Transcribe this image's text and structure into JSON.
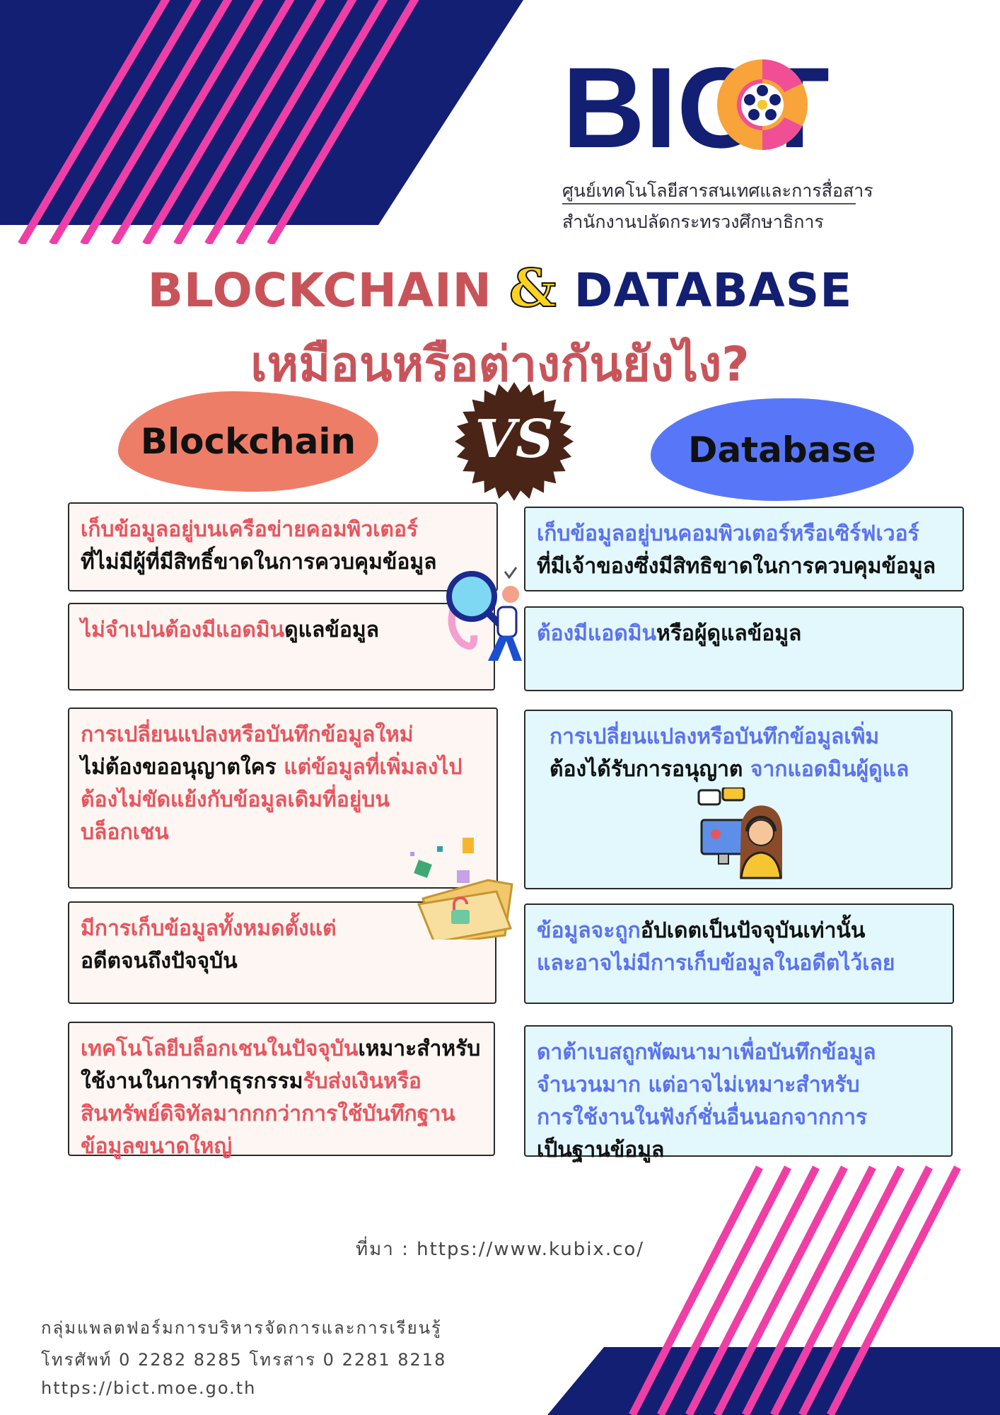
{
  "logo": {
    "text": "BICT",
    "subtitle_1": "ศูนย์เทคโนโลยีสารสนเทศและการสื่อสาร",
    "subtitle_2": "สำนักงานปลัดกระทรวงศึกษาธิการ"
  },
  "title": {
    "part1": "BLOCKCHAIN",
    "amp": "&",
    "part2": "DATABASE",
    "thai": "เหมือนหรือต่างกันยังไง?"
  },
  "vs_label": "VS",
  "blockchain_label": "Blockchain",
  "database_label": "Database",
  "cards": {
    "left": [
      [
        {
          "t": "เก็บข้อมูลอยู่บนเครือข่ายคอมพิวเตอร์",
          "c": "r"
        },
        {
          "t": "\nที่ไม่มีผู้ที่มีสิทธิ์ขาดในการควบคุมข้อมูล",
          "c": "k"
        }
      ],
      [
        {
          "t": "ไม่จำเปนต้องมีแอดมิน",
          "c": "r"
        },
        {
          "t": "ดูแลข้อมูล",
          "c": "k"
        }
      ],
      [
        {
          "t": "การเปลี่ยนแปลงหรือบันทึกข้อมูลใหม่",
          "c": "r"
        },
        {
          "t": "\nไม่ต้องขออนุญาตใคร ",
          "c": "k"
        },
        {
          "t": "แต่ข้อมูลที่เพิ่มลงไป\nต้องไม่ขัดแย้งกับข้อมูลเดิมที่อยู่บน\nบล็อกเชน",
          "c": "r"
        }
      ],
      [
        {
          "t": "มีการเก็บข้อมูลทั้งหมดตั้งแต่",
          "c": "r"
        },
        {
          "t": "\nอดีตจนถึงปัจจุบัน",
          "c": "k"
        }
      ],
      [
        {
          "t": "เทคโนโลยีบล็อกเชนในปัจจุบัน",
          "c": "r"
        },
        {
          "t": "เหมาะสำหรับ\nใช้งานในการทำธุรกรรม",
          "c": "k"
        },
        {
          "t": "รับส่งเงินหรือ\nสินทรัพย์ดิจิทัลมากกกว่าการใช้บันทึกฐาน\nข้อมูลขนาดใหญ่",
          "c": "r"
        }
      ]
    ],
    "right": [
      [
        {
          "t": "เก็บข้อมูลอยู่บนคอมพิวเตอร์หรือเซิร์ฟเวอร์",
          "c": "b"
        },
        {
          "t": "\nที่มีเจ้าของซึ่งมีสิทธิขาดในการควบคุมข้อมูล",
          "c": "k"
        }
      ],
      [
        {
          "t": "ต้องมีแอดมิน",
          "c": "b"
        },
        {
          "t": "หรือผู้ดูแลข้อมูล",
          "c": "k"
        }
      ],
      [
        {
          "t": "การเปลี่ยนแปลงหรือบันทึกข้อมูลเพิ่ม",
          "c": "b"
        },
        {
          "t": "\nต้องได้รับการอนุญาต ",
          "c": "k"
        },
        {
          "t": "จากแอดมินผู้ดูแล",
          "c": "b"
        }
      ],
      [
        {
          "t": "ข้อมูลจะถูก",
          "c": "b"
        },
        {
          "t": "อัปเดตเป็นปัจจุบันเท่านั้น",
          "c": "k"
        },
        {
          "t": "\nและอาจไม่มีการเก็บข้อมูลในอดีตไว้เลย",
          "c": "b"
        }
      ],
      [
        {
          "t": "ดาต้าเบสถูกพัฒนามาเพื่อบันทึกข้อมูล\nจำนวนมาก แต่อาจไม่เหมาะสำหรับ\nการใช้งานในฟังก์ชั่นอื่นนอกจากการ",
          "c": "b"
        },
        {
          "t": "\nเป็นฐานข้อมูล",
          "c": "k"
        }
      ]
    ]
  },
  "footer": {
    "source": "ที่มา : https://www.kubix.co/",
    "line1": "กลุ่มแพลตฟอร์มการบริหารจัดการและการเรียนรู้",
    "line2": "โทรศัพท์ 0 2282 8285 โทรสาร 0 2281 8218",
    "line3": "https://bict.moe.go.th"
  },
  "colors": {
    "navy": "#131f73",
    "pink": "#ef3fa6",
    "red_text": "#e8545e",
    "blue_text": "#5b72f0",
    "blockchain_blob": "#ee7d68",
    "database_blob": "#5877f8",
    "vs_badge": "#4a2416"
  },
  "icons": [
    "magnifier-person-illustration",
    "open-folder-illustration",
    "support-agent-illustration",
    "vs-starburst-badge"
  ]
}
